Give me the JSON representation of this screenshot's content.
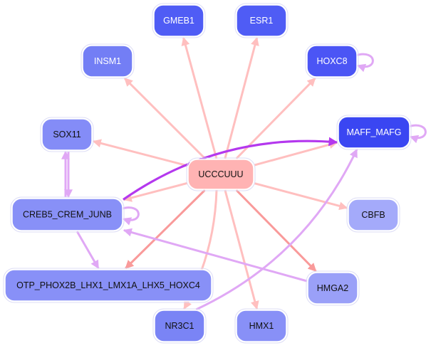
{
  "title": "Regulatory network for UCCCUUU",
  "colors": {
    "mirna_edge": "#ffbfbf",
    "mirna_edge_strong": "#f99a9a",
    "tf_edge": "#e0a8f5",
    "tf_edge_strong": "#b438ee",
    "text_light": "#ffffff",
    "text_dark": "#111111"
  },
  "nodes": [
    {
      "id": "UCCCUUU",
      "label": "UCCCUUU",
      "fill": "#ffb3b3",
      "text": "dark",
      "kind": "mirna"
    },
    {
      "id": "GMEB1",
      "label": "GMEB1",
      "fill": "#4f5cf5",
      "text": "light",
      "kind": "tf"
    },
    {
      "id": "ESR1",
      "label": "ESR1",
      "fill": "#4f5cf5",
      "text": "light",
      "kind": "tf"
    },
    {
      "id": "INSM1",
      "label": "INSM1",
      "fill": "#737ef5",
      "text": "light",
      "kind": "tf"
    },
    {
      "id": "HOXC8",
      "label": "HOXC8",
      "fill": "#4b55f5",
      "text": "light",
      "kind": "tf"
    },
    {
      "id": "SOX11",
      "label": "SOX11",
      "fill": "#848cf7",
      "text": "dark",
      "kind": "tf"
    },
    {
      "id": "MAFF_MAFG",
      "label": "MAFF_MAFG",
      "fill": "#3a46f2",
      "text": "light",
      "kind": "tf"
    },
    {
      "id": "CREB5_CREM_JUNB",
      "label": "CREB5_CREM_JUNB",
      "fill": "#8890f7",
      "text": "dark",
      "kind": "tf"
    },
    {
      "id": "CBFB",
      "label": "CBFB",
      "fill": "#a4aafa",
      "text": "dark",
      "kind": "tf"
    },
    {
      "id": "OTP",
      "label": "OTP_PHOX2B_LHX1_LMX1A_LHX5_HOXC4",
      "fill": "#8890f7",
      "text": "dark",
      "kind": "tf"
    },
    {
      "id": "HMGA2",
      "label": "HMGA2",
      "fill": "#9aa0f8",
      "text": "dark",
      "kind": "tf"
    },
    {
      "id": "NR3C1",
      "label": "NR3C1",
      "fill": "#7a84f5",
      "text": "dark",
      "kind": "tf"
    },
    {
      "id": "HMX1",
      "label": "HMX1",
      "fill": "#8890f7",
      "text": "dark",
      "kind": "tf"
    }
  ],
  "edges": [
    {
      "source": "UCCCUUU",
      "target": "GMEB1",
      "type": "mirna"
    },
    {
      "source": "UCCCUUU",
      "target": "ESR1",
      "type": "mirna"
    },
    {
      "source": "UCCCUUU",
      "target": "INSM1",
      "type": "mirna"
    },
    {
      "source": "UCCCUUU",
      "target": "HOXC8",
      "type": "mirna"
    },
    {
      "source": "UCCCUUU",
      "target": "SOX11",
      "type": "mirna"
    },
    {
      "source": "UCCCUUU",
      "target": "MAFF_MAFG",
      "type": "mirna"
    },
    {
      "source": "UCCCUUU",
      "target": "CREB5_CREM_JUNB",
      "type": "mirna"
    },
    {
      "source": "UCCCUUU",
      "target": "CBFB",
      "type": "mirna"
    },
    {
      "source": "UCCCUUU",
      "target": "OTP",
      "type": "mirna_strong"
    },
    {
      "source": "UCCCUUU",
      "target": "HMGA2",
      "type": "mirna_strong"
    },
    {
      "source": "UCCCUUU",
      "target": "NR3C1",
      "type": "mirna"
    },
    {
      "source": "UCCCUUU",
      "target": "HMX1",
      "type": "mirna"
    },
    {
      "source": "CREB5_CREM_JUNB",
      "target": "MAFF_MAFG",
      "type": "tf_strong"
    },
    {
      "source": "CREB5_CREM_JUNB",
      "target": "SOX11",
      "type": "tf"
    },
    {
      "source": "SOX11",
      "target": "CREB5_CREM_JUNB",
      "type": "tf"
    },
    {
      "source": "CREB5_CREM_JUNB",
      "target": "OTP",
      "type": "tf"
    },
    {
      "source": "HMGA2",
      "target": "CREB5_CREM_JUNB",
      "type": "tf"
    },
    {
      "source": "NR3C1",
      "target": "MAFF_MAFG",
      "type": "tf"
    },
    {
      "source": "HOXC8",
      "target": "HOXC8",
      "type": "tf"
    },
    {
      "source": "MAFF_MAFG",
      "target": "MAFF_MAFG",
      "type": "tf"
    },
    {
      "source": "CREB5_CREM_JUNB",
      "target": "CREB5_CREM_JUNB",
      "type": "tf"
    }
  ]
}
